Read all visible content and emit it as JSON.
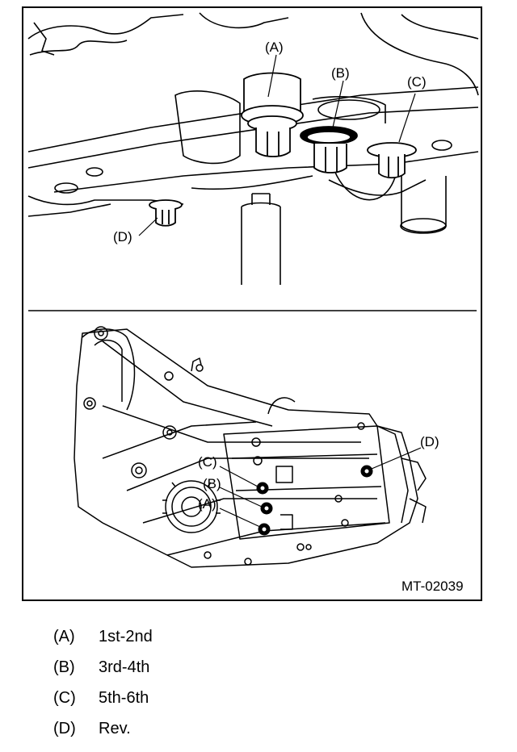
{
  "figure": {
    "code": "MT-02039",
    "top_labels": {
      "a": "(A)",
      "b": "(B)",
      "c": "(C)",
      "d": "(D)"
    },
    "bottom_labels": {
      "a": "(A)",
      "b": "(B)",
      "c": "(C)",
      "d": "(D)"
    }
  },
  "legend": [
    {
      "key": "(A)",
      "text": "1st-2nd"
    },
    {
      "key": "(B)",
      "text": "3rd-4th"
    },
    {
      "key": "(C)",
      "text": "5th-6th"
    },
    {
      "key": "(D)",
      "text": "Rev."
    }
  ]
}
